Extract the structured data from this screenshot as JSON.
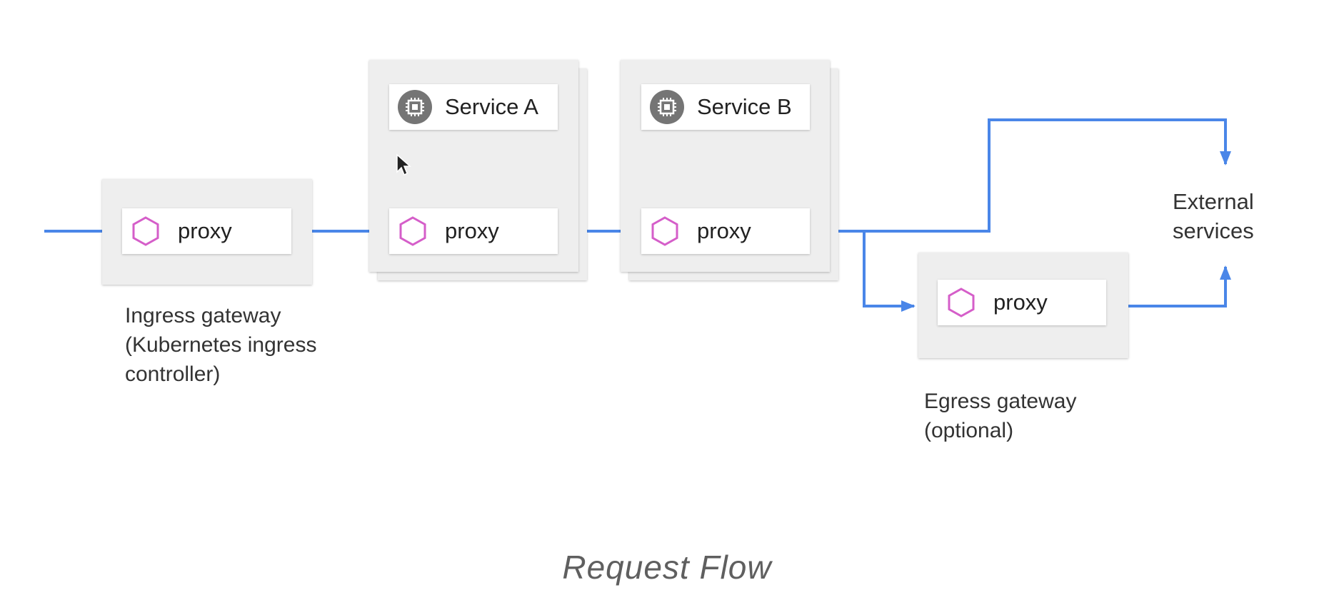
{
  "diagram": {
    "title": "Request Flow",
    "ingress": {
      "proxy_label": "proxy",
      "caption": [
        "Ingress gateway",
        "(Kubernetes ingress",
        "controller)"
      ]
    },
    "service_a": {
      "service_label": "Service A",
      "proxy_label": "proxy"
    },
    "service_b": {
      "service_label": "Service B",
      "proxy_label": "proxy"
    },
    "egress": {
      "proxy_label": "proxy",
      "caption": [
        "Egress gateway",
        "(optional)"
      ]
    },
    "external": {
      "label": [
        "External",
        "services"
      ]
    },
    "colors": {
      "arrow": "#4a86e8",
      "hexagon": "#d55ec9",
      "pod_background": "#eeeeee",
      "service_icon": "#757575"
    },
    "icons": {
      "proxy": "hexagon-icon",
      "service": "chip-icon",
      "pointer": "mouse-cursor-icon"
    }
  }
}
